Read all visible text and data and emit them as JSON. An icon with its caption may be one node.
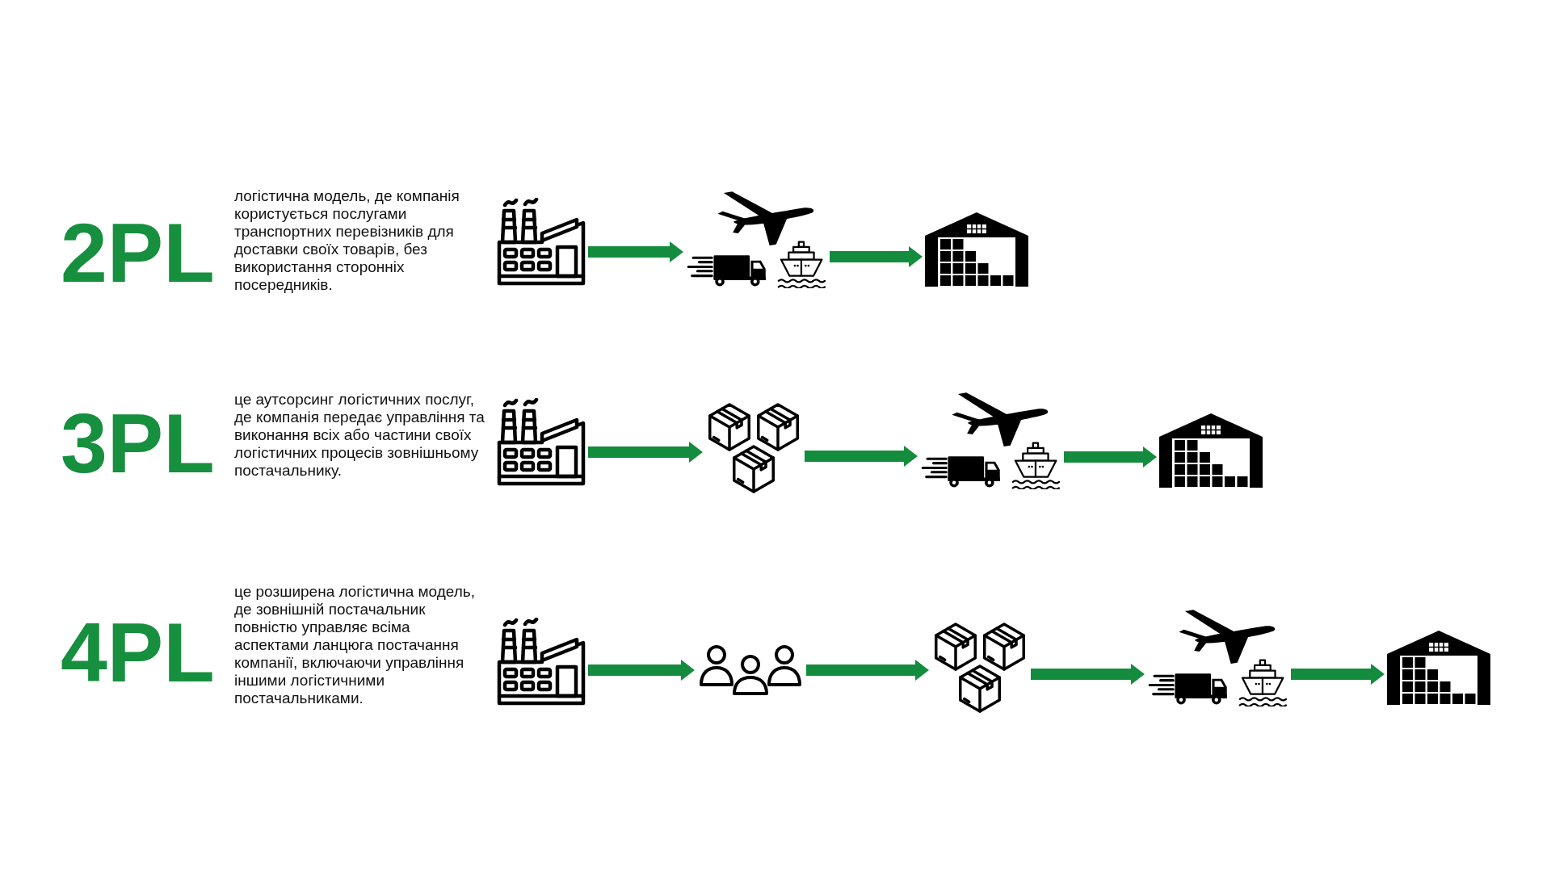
{
  "diagram": {
    "nodes": [
      {
        "text": [],
        "shape": "picture"
      },
      {
        "text": [],
        "shape": "picture"
      },
      {
        "text": [],
        "shape": "picture"
      },
      {
        "text": [],
        "shape": "picture"
      },
      {
        "text": [],
        "shape": "picture"
      },
      {
        "text": [],
        "shape": "picture"
      },
      {
        "text": [],
        "shape": "picture"
      },
      {
        "text": [],
        "shape": "picture"
      },
      {
        "text": [],
        "shape": "picture"
      },
      {
        "text": [],
        "shape": "picture"
      },
      {
        "text": [],
        "shape": "picture"
      },
      {
        "text": [],
        "shape": "picture"
      }
    ],
    "edges": [
      {
        "from": 0,
        "to": 1,
        "arrow": "to"
      },
      {
        "from": 1,
        "to": 2,
        "arrow": "to"
      },
      {
        "from": 3,
        "to": 4,
        "arrow": "to"
      },
      {
        "from": 4,
        "to": 5,
        "arrow": "to"
      },
      {
        "from": 5,
        "to": 6,
        "arrow": "to"
      },
      {
        "from": 7,
        "to": 8,
        "arrow": "to"
      },
      {
        "from": 8,
        "to": 9,
        "arrow": "to"
      },
      {
        "from": 9,
        "to": 10,
        "arrow": "to"
      },
      {
        "from": 10,
        "to": 11,
        "arrow": "to"
      }
    ],
    "labels": [
      "2PL",
      "логістична модель, де компанія користується послугами транспортних перевізників для доставки своїх товарів, без використання сторонніх посередників.",
      "3PL",
      "це аутсорсинг логістичних послуг, де компанія передає управління та виконання всіх або частини своїх логістичних процесів зовнішньому постачальнику.",
      "4PL",
      "це розширена логістична модель, де зовнішній постачальник повністю управляє всіма аспектами ланцюга постачання компанії, включаючи управління іншими логістичними постачальниками."
    ]
  }
}
